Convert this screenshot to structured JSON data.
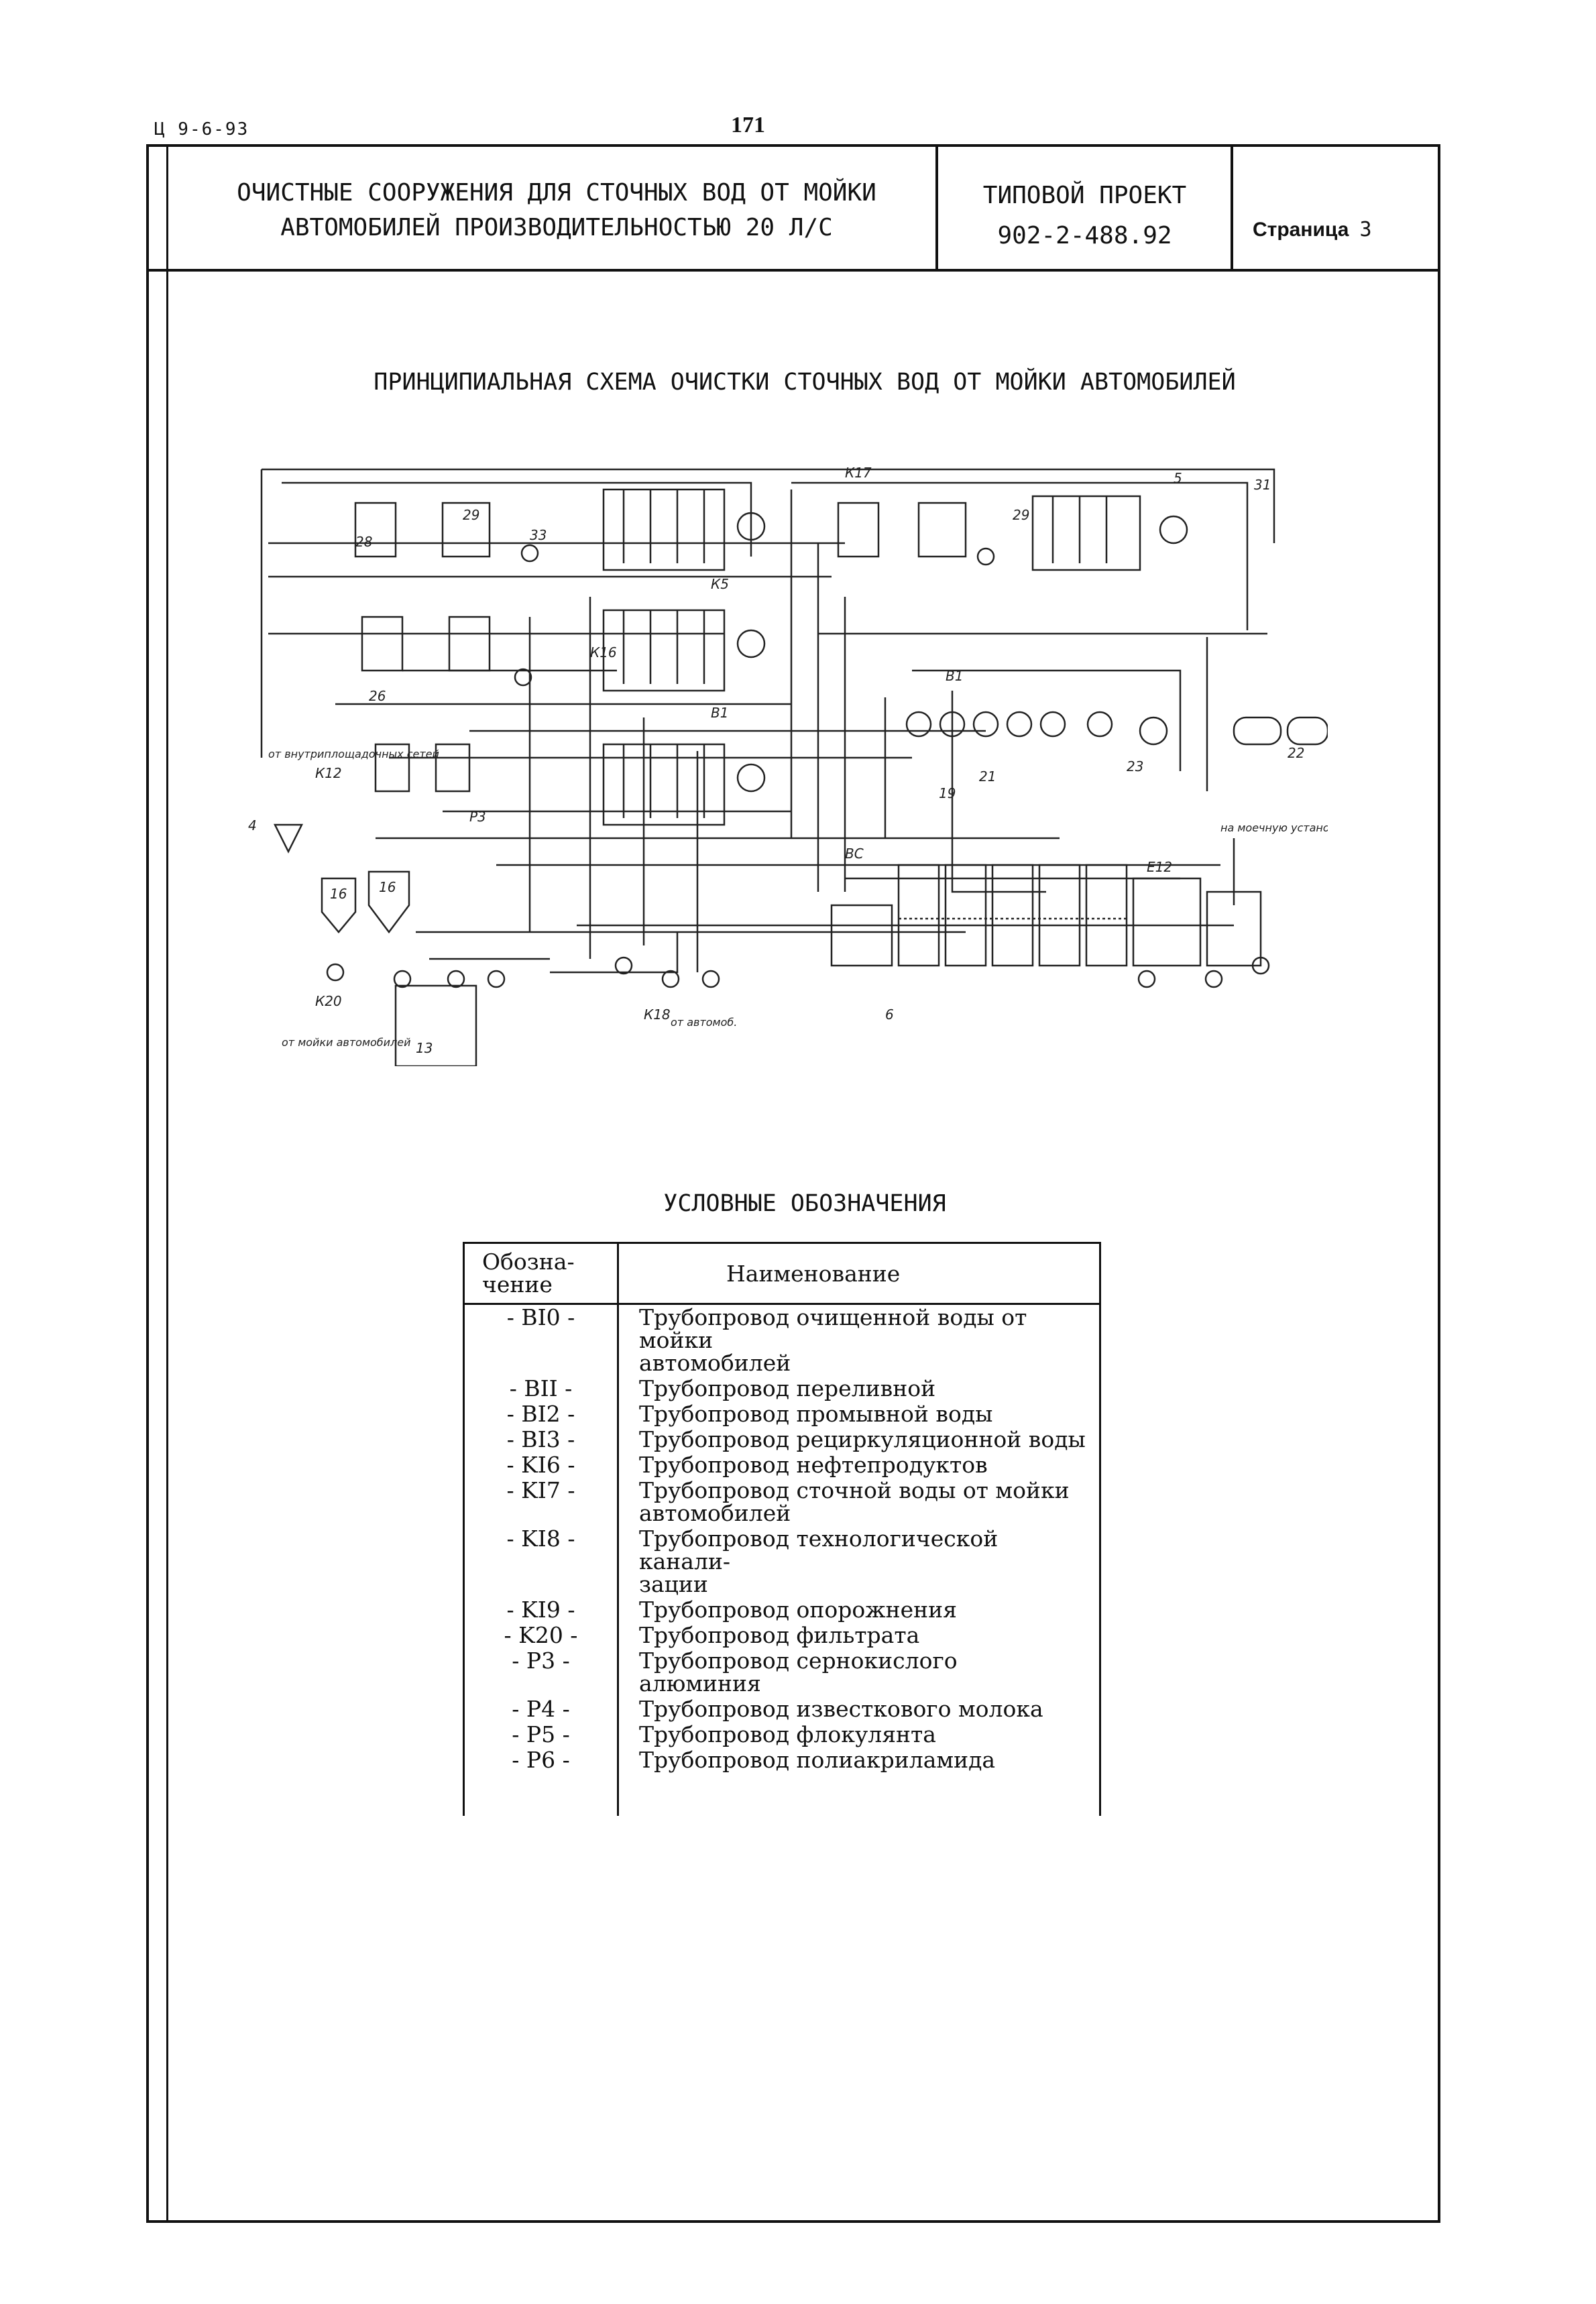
{
  "header": {
    "code": "Ц 9-6-93",
    "page_number": "171",
    "title_line1": "ОЧИСТНЫЕ СООРУЖЕНИЯ ДЛЯ СТОЧНЫХ ВОД ОТ МОЙКИ",
    "title_line2": "АВТОМОБИЛЕЙ ПРОИЗВОДИТЕЛЬНОСТЬЮ 20 Л/С",
    "project_label": "ТИПОВОЙ ПРОЕКТ",
    "project_number": "902-2-488.92",
    "page_label": "Страница",
    "page_value": "3"
  },
  "scheme": {
    "title": "ПРИНЦИПИАЛЬНАЯ СХЕМА ОЧИСТКИ СТОЧНЫХ ВОД ОТ МОЙКИ АВТОМОБИЛЕЙ",
    "labels": {
      "k17": "К17",
      "k5": "К5",
      "k16": "К16",
      "k18": "К18",
      "k20": "К20",
      "k12": "К12",
      "b1": "В1",
      "bc": "ВС",
      "p3": "Р3",
      "e12": "Е12",
      "from_internal": "от внутриплощадочных сетей",
      "from_wash": "от мойки автомобилей",
      "from_auto": "от автомоб.",
      "to_wash": "на моечную установку",
      "n4": "4",
      "n5": "5",
      "n6": "6",
      "n13": "13",
      "n16": "16",
      "n19": "19",
      "n21": "21",
      "n22": "22",
      "n23": "23",
      "n26": "26",
      "n28": "28",
      "n29": "29",
      "n31": "31",
      "n33": "33"
    }
  },
  "legend": {
    "title": "УСЛОВНЫЕ ОБОЗНАЧЕНИЯ",
    "col1_line1": "Обозна-",
    "col1_line2": "чение",
    "col2": "Наименование",
    "rows": [
      {
        "code": "- BI0 -",
        "name_line1": "Трубопровод очищенной воды от мойки",
        "name_line2": "автомобилей"
      },
      {
        "code": "- BII -",
        "name_line1": "Трубопровод переливной",
        "name_line2": ""
      },
      {
        "code": "- BI2 -",
        "name_line1": "Трубопровод промывной воды",
        "name_line2": ""
      },
      {
        "code": "- BI3 -",
        "name_line1": "Трубопровод рециркуляционной воды",
        "name_line2": ""
      },
      {
        "code": "- KI6 -",
        "name_line1": "Трубопровод нефтепродуктов",
        "name_line2": ""
      },
      {
        "code": "- KI7 -",
        "name_line1": "Трубопровод сточной воды от мойки",
        "name_line2": "автомобилей"
      },
      {
        "code": "- KI8 -",
        "name_line1": "Трубопровод технологической канали-",
        "name_line2": "зации"
      },
      {
        "code": "- KI9 -",
        "name_line1": "Трубопровод опорожнения",
        "name_line2": ""
      },
      {
        "code": "- K20 -",
        "name_line1": "Трубопровод фильтрата",
        "name_line2": ""
      },
      {
        "code": "- P3 -",
        "name_line1": "Трубопровод сернокислого алюминия",
        "name_line2": ""
      },
      {
        "code": "- P4 -",
        "name_line1": "Трубопровод известкового молока",
        "name_line2": ""
      },
      {
        "code": "- P5 -",
        "name_line1": "Трубопровод флокулянта",
        "name_line2": ""
      },
      {
        "code": "- P6 -",
        "name_line1": "Трубопровод полиакриламида",
        "name_line2": ""
      }
    ]
  }
}
